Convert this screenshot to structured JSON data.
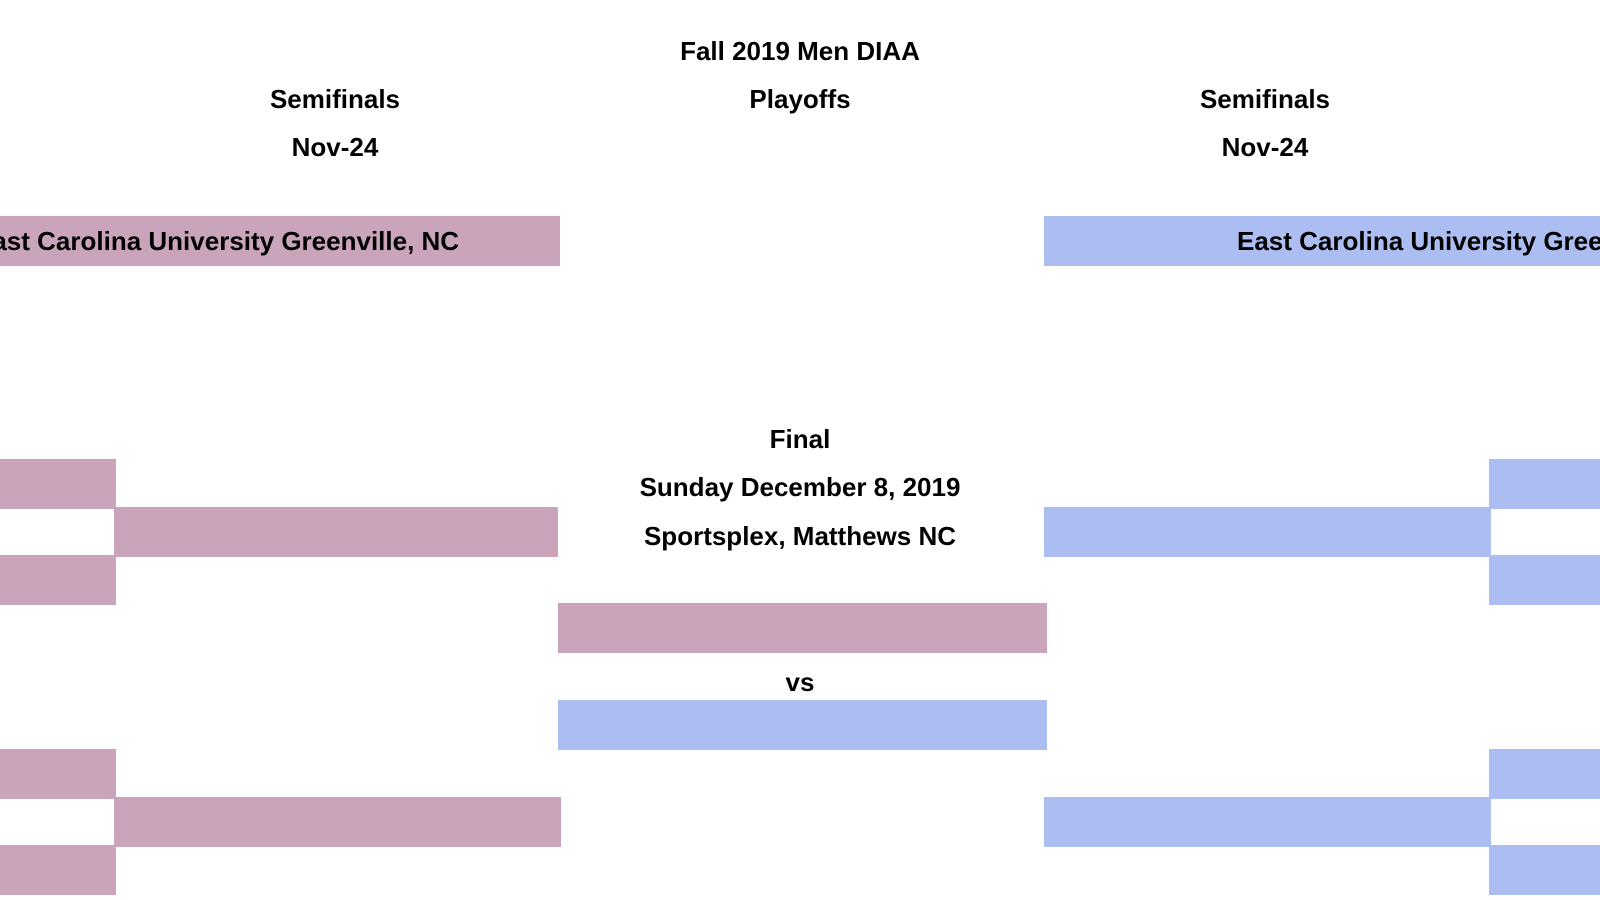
{
  "bracket": {
    "title_line1": "Fall 2019 Men DIAA",
    "title_line2": "Playoffs",
    "left_round": {
      "label": "Semifinals",
      "date": "Nov-24"
    },
    "right_round": {
      "label": "Semifinals",
      "date": "Nov-24"
    },
    "left_top_team": "East Carolina University Greenville, NC",
    "right_top_team": "East Carolina University Greenville, NC",
    "final": {
      "label": "Final",
      "date": "Sunday December 8, 2019",
      "venue": "Sportsplex, Matthews NC",
      "versus": "vs",
      "team1": "",
      "team2": ""
    },
    "left_slots": [
      "",
      "",
      "",
      "",
      "",
      "",
      ""
    ],
    "right_slots": [
      "",
      "",
      "",
      "",
      "",
      "",
      ""
    ]
  },
  "colors": {
    "left_bracket": "#c9a4bb",
    "right_bracket": "#acbef1"
  }
}
